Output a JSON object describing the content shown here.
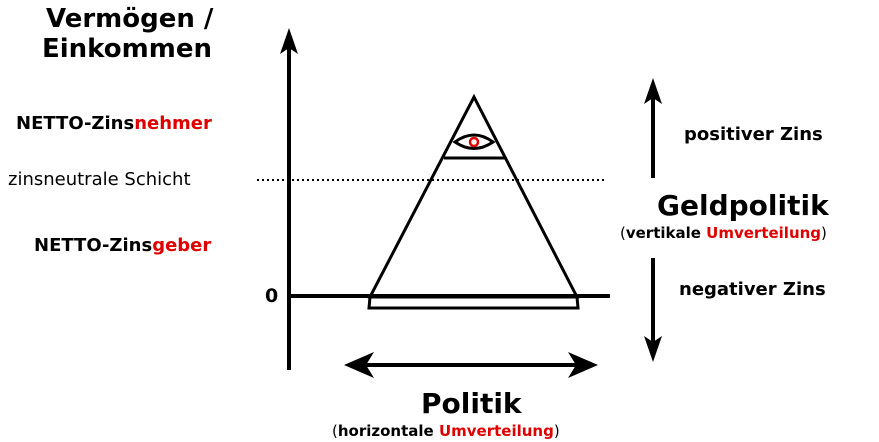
{
  "colors": {
    "accent": "#e00000",
    "ink": "#000000"
  },
  "y_axis_title_line1": "Vermögen /",
  "y_axis_title_line2": "Einkommen",
  "top_label": {
    "prefix": "NETTO-Zins",
    "highlight": "nehmer"
  },
  "neutral_label": "zinsneutrale Schicht",
  "bottom_label": {
    "prefix": "NETTO-Zins",
    "highlight": "geber"
  },
  "zero_label": "0",
  "right": {
    "positive_label": "positiver Zins",
    "title": "Geldpolitik",
    "subtitle": {
      "open": "(",
      "bold": "vertikale ",
      "highlight": "Umverteilung",
      "close": ")"
    },
    "negative_label": "negativer Zins"
  },
  "bottom": {
    "title": "Politik",
    "subtitle": {
      "open": "(",
      "bold": "horizontale ",
      "highlight": "Umverteilung",
      "close": ")"
    }
  },
  "icons": {
    "eye": "eye-icon",
    "pyramid": "pyramid-icon"
  }
}
